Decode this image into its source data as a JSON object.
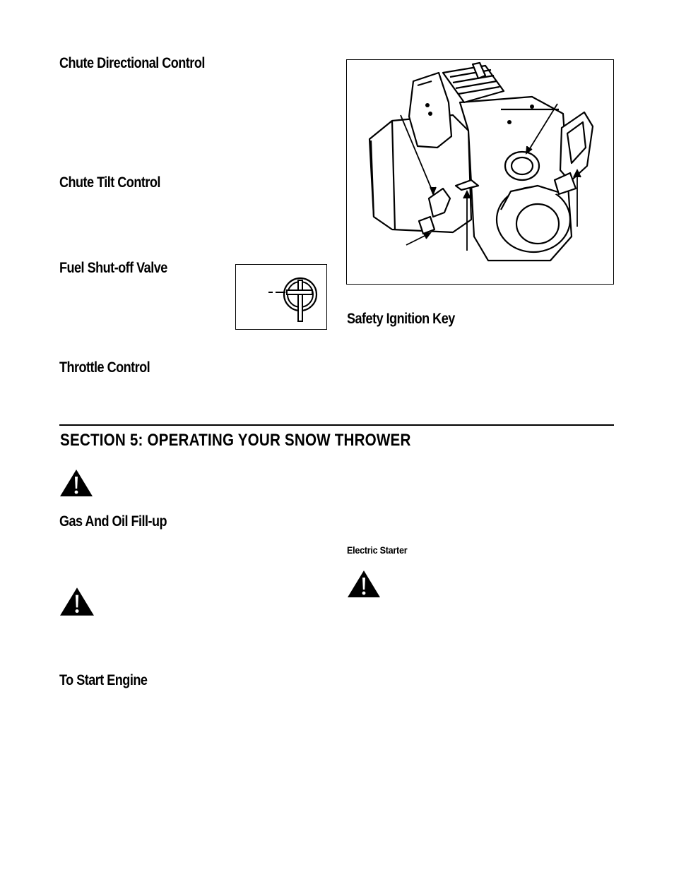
{
  "headings": {
    "chute_directional": "Chute Directional Control",
    "chute_tilt": "Chute Tilt Control",
    "fuel_shutoff": "Fuel Shut-off Valve",
    "throttle": "Throttle Control",
    "safety_key": "Safety Ignition Key",
    "gas_oil": "Gas And Oil Fill-up",
    "start_engine": "To Start Engine",
    "electric_starter": "Electric Starter"
  },
  "section": {
    "title": "SECTION 5:  OPERATING YOUR SNOW THROWER"
  },
  "icons": {
    "warning": "warning-triangle-icon",
    "fuel_symbol": "fuel-valve-symbol",
    "engine": "engine-illustration"
  },
  "colors": {
    "ink": "#000000",
    "paper": "#ffffff"
  }
}
